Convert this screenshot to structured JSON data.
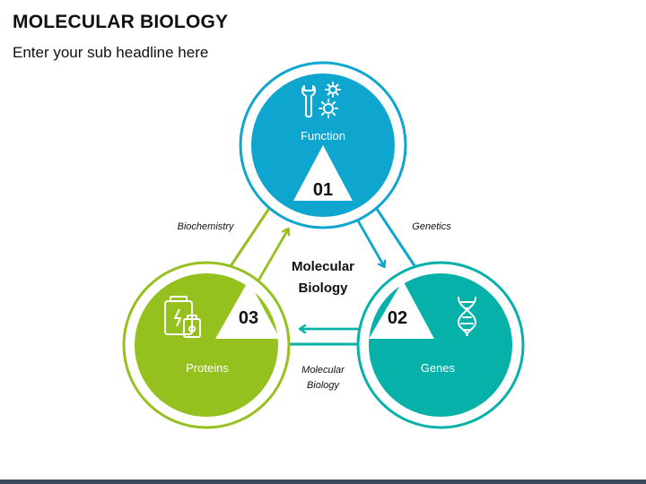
{
  "header": {
    "title": "MOLECULAR BIOLOGY",
    "subtitle": "Enter your sub headline here"
  },
  "center": {
    "line1": "Molecular",
    "line2": "Biology"
  },
  "nodes": [
    {
      "number": "01",
      "label": "Function",
      "color": "#0ea5cf",
      "icon": "wrench-gears-icon"
    },
    {
      "number": "02",
      "label": "Genes",
      "color": "#06b1aa",
      "icon": "dna-icon"
    },
    {
      "number": "03",
      "label": "Proteins",
      "color": "#95c11f",
      "icon": "protein-jars-icon"
    }
  ],
  "edges": {
    "function_to_genes": "Genetics",
    "genes_to_proteins_line1": "Molecular",
    "genes_to_proteins_line2": "Biology",
    "proteins_to_function": "Biochemistry"
  },
  "colors": {
    "text": "#111111",
    "bottom_bar": "#3a4a5c"
  }
}
